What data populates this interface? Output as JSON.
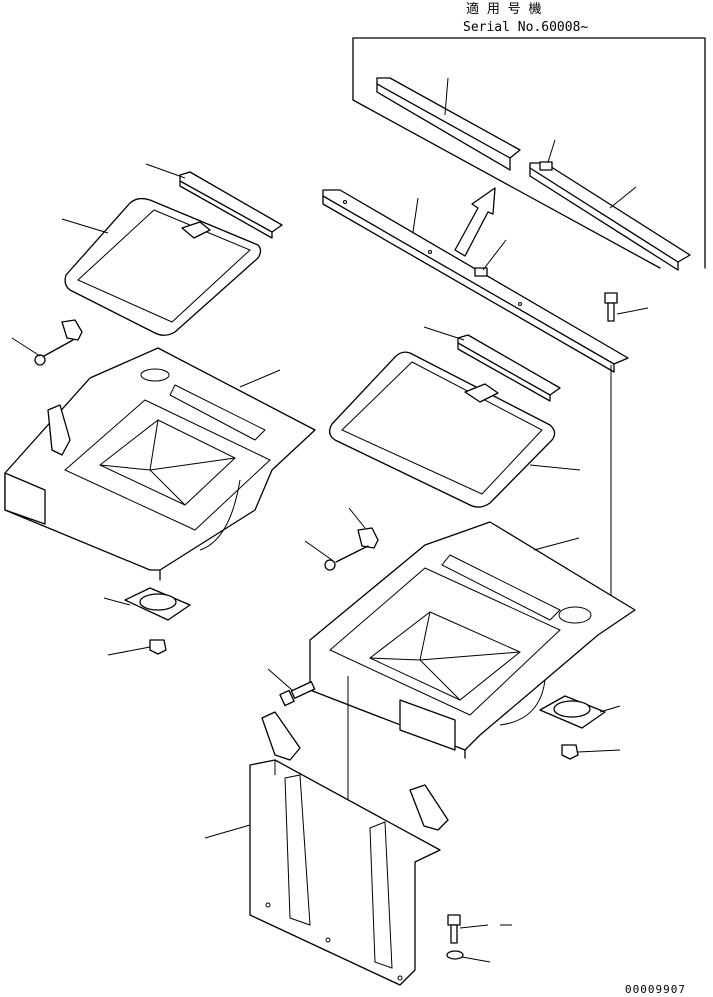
{
  "header": {
    "applicable_model": "適 用 号 機",
    "serial": "Serial No.60008~"
  },
  "drawing_number": "00009907",
  "colors": {
    "line": "#000000",
    "background": "#ffffff"
  }
}
